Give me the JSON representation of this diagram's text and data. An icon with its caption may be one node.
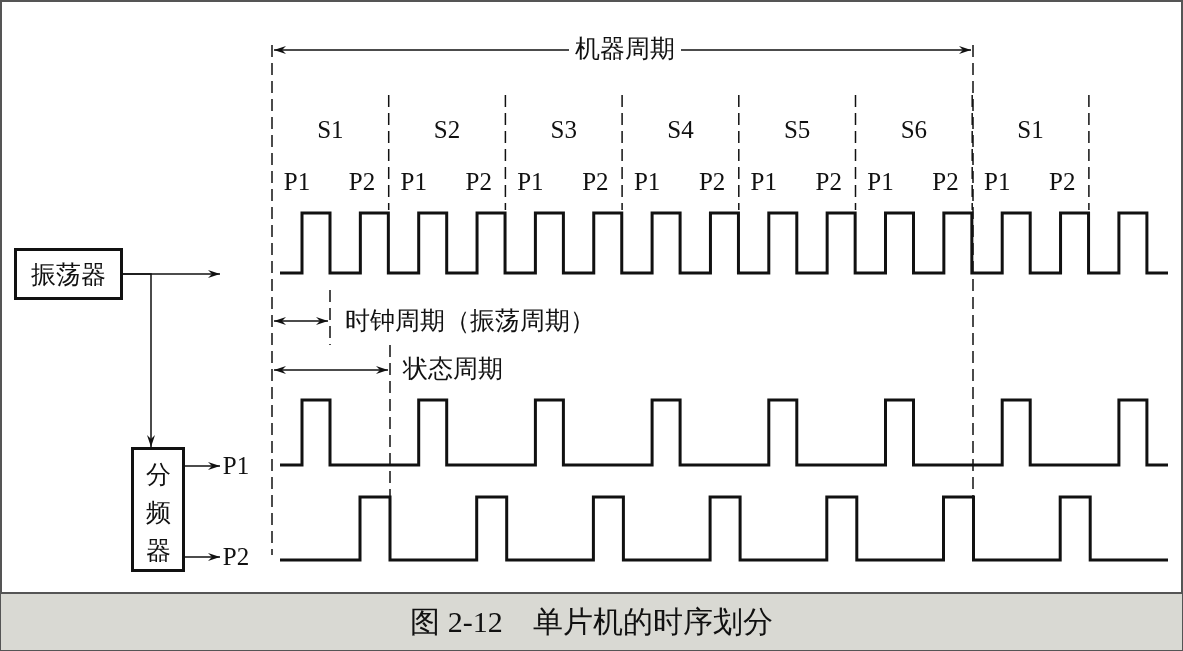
{
  "diagram": {
    "caption": "图 2-12　单片机的时序划分",
    "nodes": [
      {
        "text": [
          "振荡器"
        ]
      },
      {
        "text": [
          "分频器"
        ]
      },
      {
        "text": [
          "P1"
        ]
      },
      {
        "text": [
          "P2"
        ]
      }
    ],
    "edges": [
      {
        "from": 0,
        "to": null,
        "arrow": "to"
      },
      {
        "from": 0,
        "to": 1,
        "arrow": "to"
      },
      {
        "from": 1,
        "to": 2,
        "arrow": "to"
      },
      {
        "from": 1,
        "to": 3,
        "arrow": "to"
      }
    ],
    "labels": [
      "机器周期",
      "S1",
      "S2",
      "S3",
      "S4",
      "S5",
      "S6",
      "S1",
      "P1",
      "P2",
      "P1",
      "P2",
      "P1",
      "P2",
      "P1",
      "P2",
      "P1",
      "P2",
      "P1",
      "P2",
      "P1",
      "P2",
      "时钟周期（振荡周期）",
      "状态周期"
    ]
  }
}
